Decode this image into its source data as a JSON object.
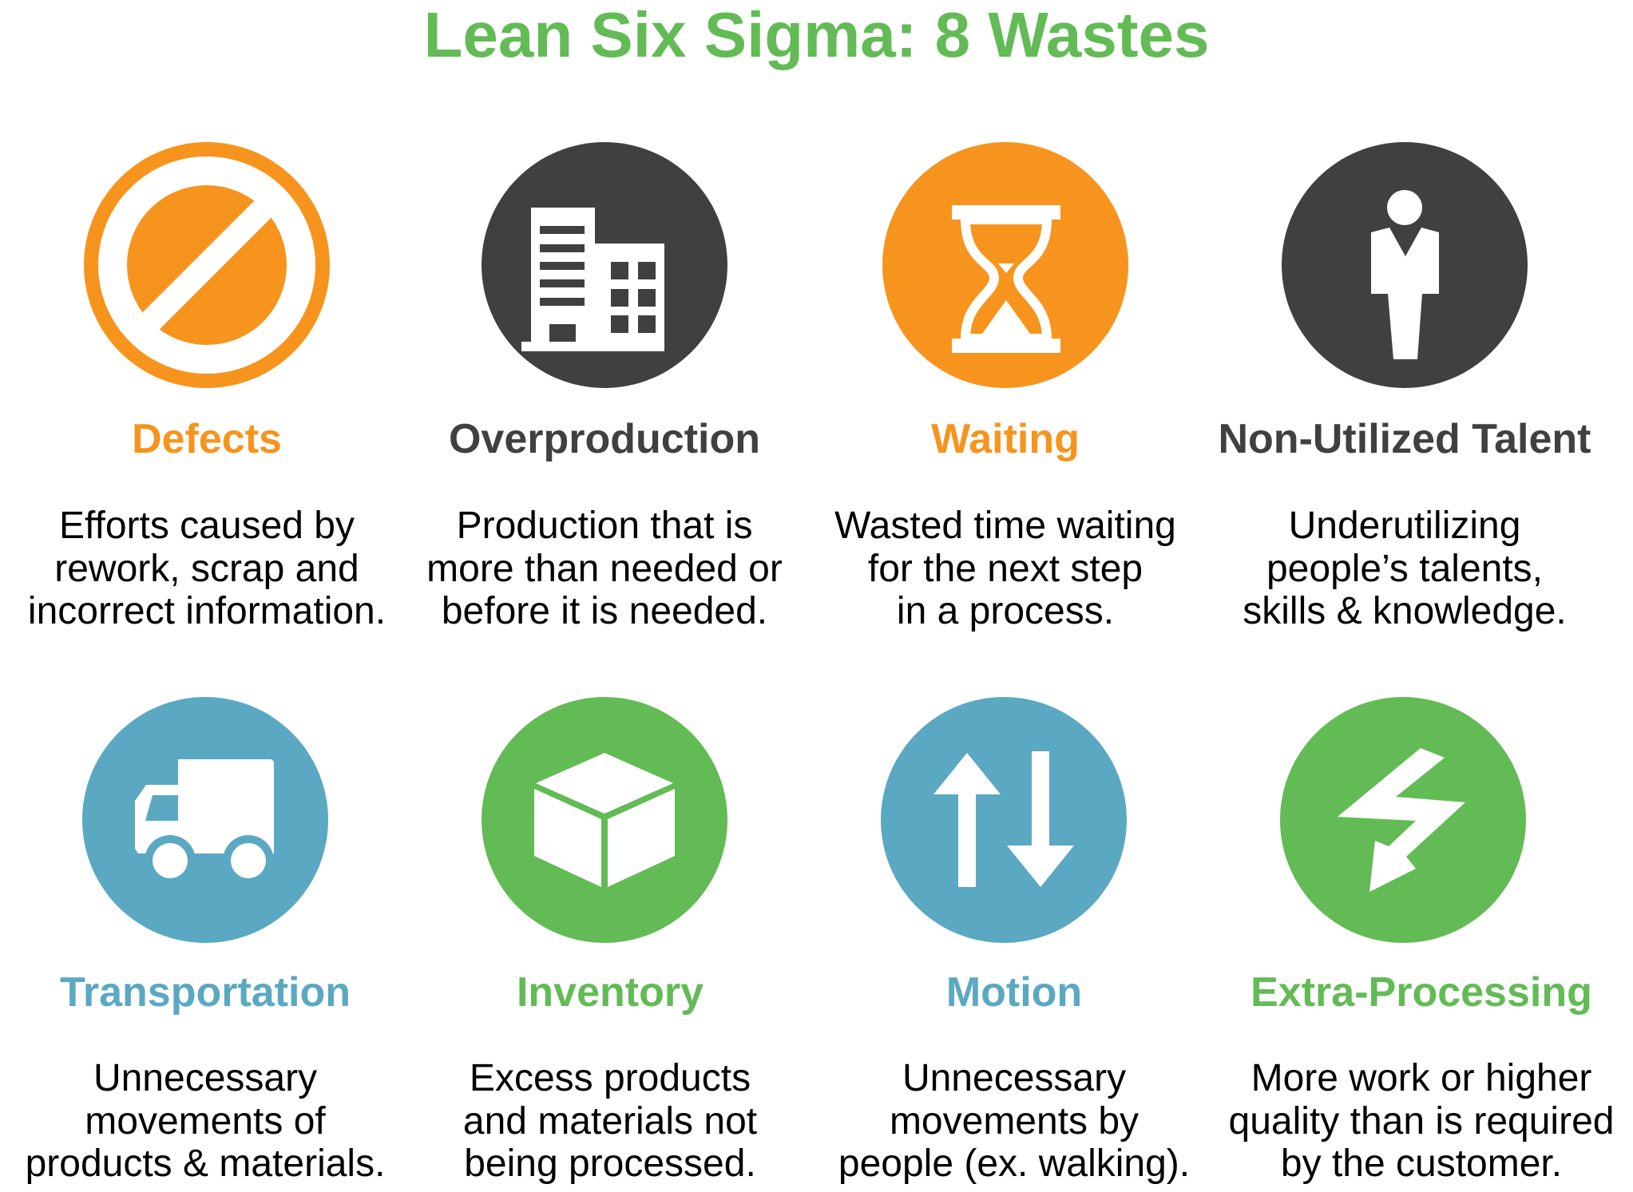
{
  "title": {
    "text": "Lean Six Sigma: 8 Wastes",
    "color": "#62BB55"
  },
  "colors": {
    "orange": "#F7941D",
    "dark": "#404040",
    "blue": "#5BA8C2",
    "green": "#62BB55"
  },
  "wastes": [
    {
      "name": "Defects",
      "icon": "prohibited-icon",
      "color": "#F7941D",
      "description": [
        "Efforts caused by",
        "rework, scrap and",
        "incorrect information."
      ]
    },
    {
      "name": "Overproduction",
      "icon": "building-icon",
      "color": "#404040",
      "description": [
        "Production that is",
        "more than needed or",
        "before it is needed."
      ]
    },
    {
      "name": "Waiting",
      "icon": "hourglass-icon",
      "color": "#F7941D",
      "description": [
        "Wasted time waiting",
        "for the next step",
        "in a process."
      ]
    },
    {
      "name": "Non-Utilized Talent",
      "icon": "person-icon",
      "color": "#404040",
      "description": [
        "Underutilizing",
        "people’s talents,",
        "skills & knowledge."
      ]
    },
    {
      "name": "Transportation",
      "icon": "truck-icon",
      "color": "#5BA8C2",
      "description": [
        "Unnecessary",
        "movements of",
        "products & materials."
      ]
    },
    {
      "name": "Inventory",
      "icon": "box-icon",
      "color": "#62BB55",
      "description": [
        "Excess products",
        "and materials not",
        "being processed."
      ]
    },
    {
      "name": "Motion",
      "icon": "up-down-arrows-icon",
      "color": "#5BA8C2",
      "description": [
        "Unnecessary",
        "movements by",
        "people (ex. walking)."
      ]
    },
    {
      "name": "Extra-Processing",
      "icon": "lightning-arrow-icon",
      "color": "#62BB55",
      "description": [
        "More work or higher",
        "quality than is required",
        "by the customer."
      ]
    }
  ]
}
